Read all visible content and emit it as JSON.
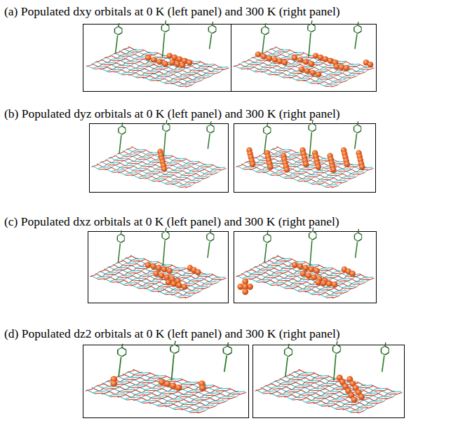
{
  "diagram": {
    "labels": [
      "(a) Populated dxy orbitals at 0 K (left panel) and 300 K (right panel)",
      "(b) Populated dyz orbitals at 0 K (left panel) and 300 K (right panel)",
      "(c) Populated dxz orbitals at 0 K (left panel) and 300 K (right panel)",
      "(d) Populated dz2 orbitals at 0 K (left panel) and 300 K (right panel)"
    ]
  }
}
